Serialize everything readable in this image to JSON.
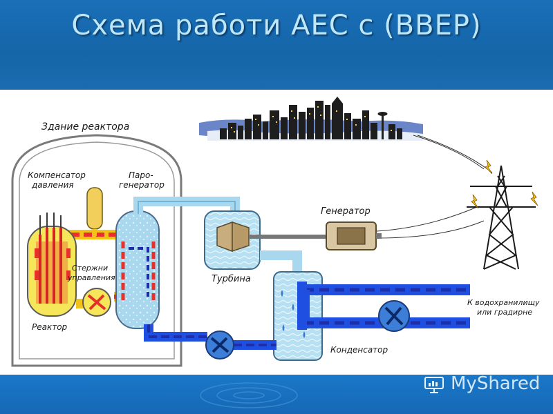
{
  "slide": {
    "title": "Схема работи АЕС с (ВВЕР)"
  },
  "labels": {
    "reactor_building": "Здание реактора",
    "pressurizer_line1": "Компенсатор",
    "pressurizer_line2": "давления",
    "steam_gen_line1": "Паро-",
    "steam_gen_line2": "генератор",
    "control_rods_line1": "Стержни",
    "control_rods_line2": "управления",
    "reactor": "Реактор",
    "turbine": "Турбина",
    "generator": "Генератор",
    "condenser": "Конденсатор",
    "to_reservoir_line1": "К водохранилищу",
    "to_reservoir_line2": "или градирне"
  },
  "watermark": {
    "text": "MyShared"
  },
  "colors": {
    "header_bg": "#1565a8",
    "title_color": "#bfe7f7",
    "primary_loop_hot": "#e8302a",
    "primary_loop_warm": "#f2c21b",
    "secondary_steam": "#a9d8ee",
    "cooling_water": "#1f4fe0",
    "cooling_dash": "#1c2fa8",
    "reactor_core": "#f6e65a",
    "pressurizer": "#f2cf5a"
  }
}
